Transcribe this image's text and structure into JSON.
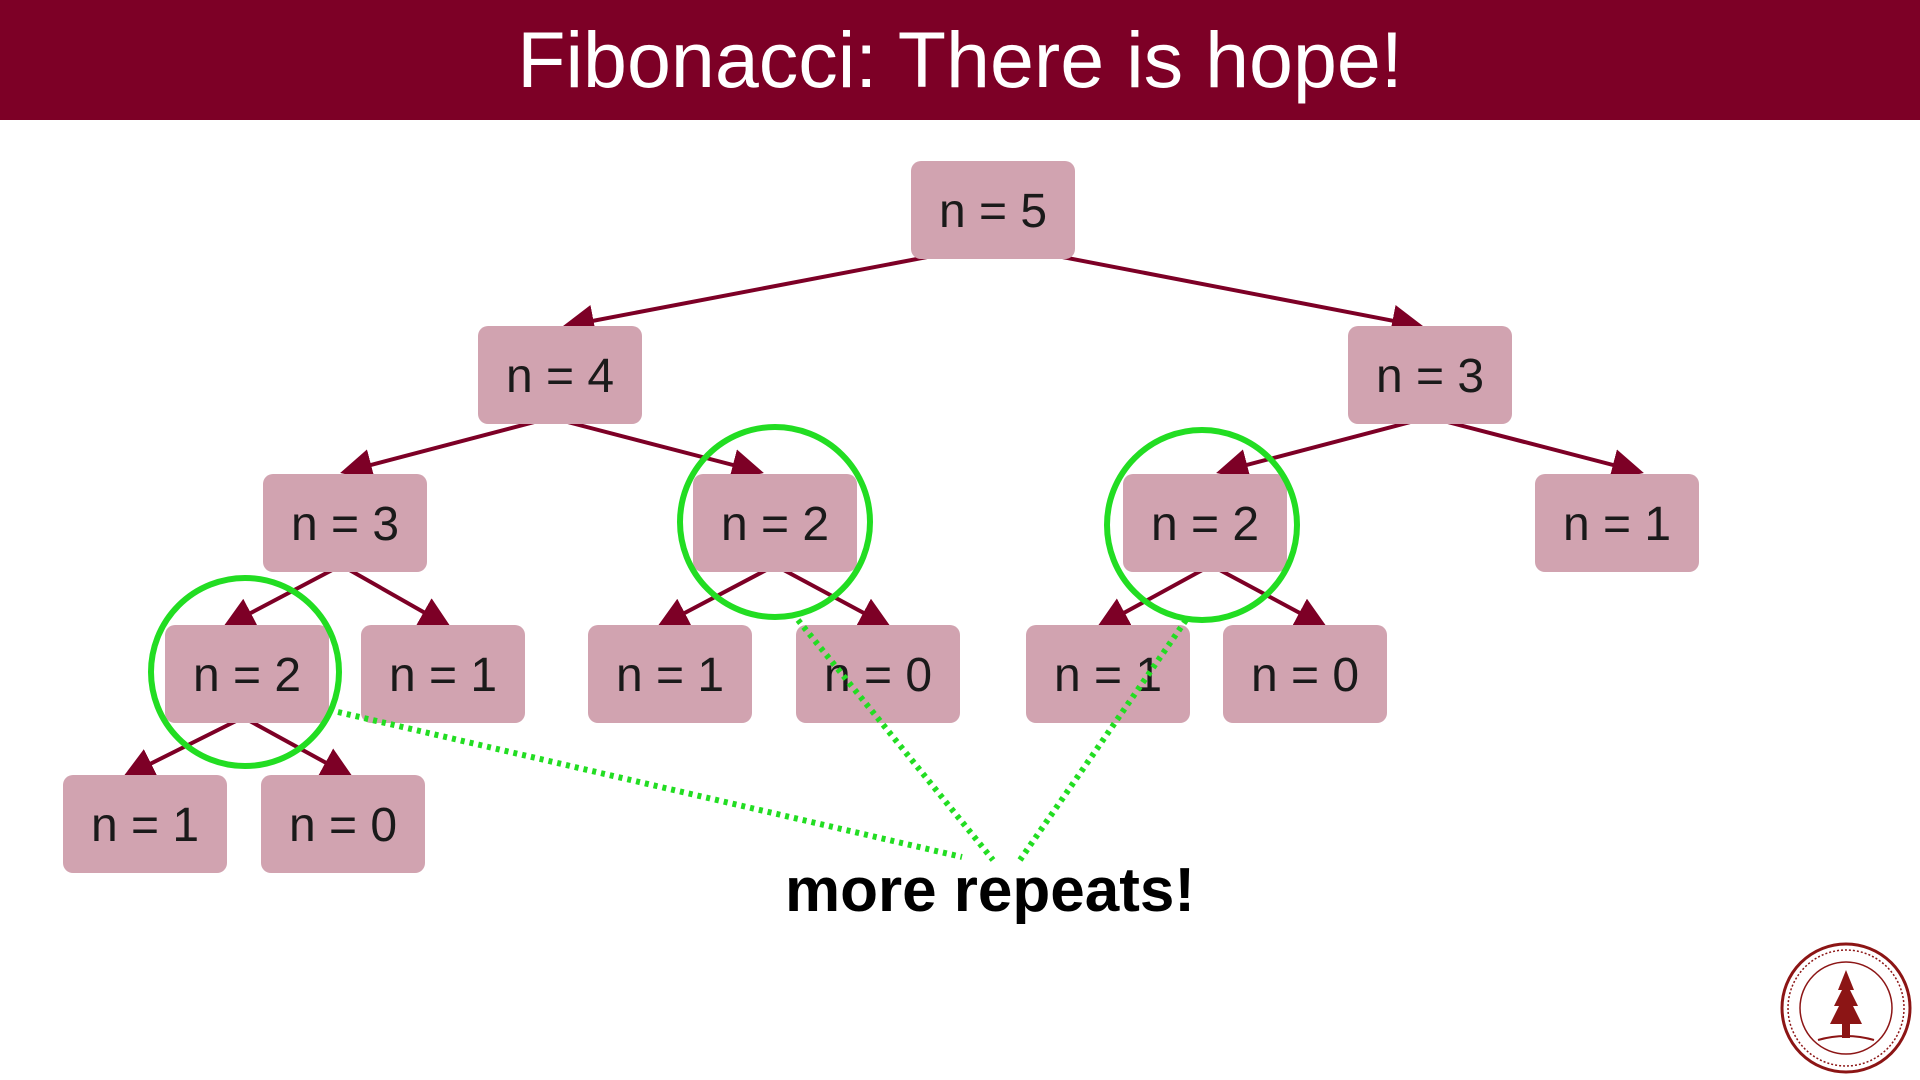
{
  "slide": {
    "title": "Fibonacci: There is hope!"
  },
  "tree": {
    "nodes": [
      {
        "id": "n5",
        "label": "n = 5"
      },
      {
        "id": "n4",
        "label": "n = 4"
      },
      {
        "id": "n3a",
        "label": "n = 3"
      },
      {
        "id": "n3b",
        "label": "n = 3"
      },
      {
        "id": "n2a",
        "label": "n = 2"
      },
      {
        "id": "n2b",
        "label": "n = 2"
      },
      {
        "id": "n2c",
        "label": "n = 2"
      },
      {
        "id": "n1a",
        "label": "n = 1"
      },
      {
        "id": "n1b",
        "label": "n = 1"
      },
      {
        "id": "n1c",
        "label": "n = 1"
      },
      {
        "id": "n1d",
        "label": "n = 1"
      },
      {
        "id": "n1e",
        "label": "n = 1"
      },
      {
        "id": "n0a",
        "label": "n = 0"
      },
      {
        "id": "n0b",
        "label": "n = 0"
      },
      {
        "id": "n0c",
        "label": "n = 0"
      }
    ],
    "edges": [
      [
        "n5",
        "n4"
      ],
      [
        "n5",
        "n3b"
      ],
      [
        "n4",
        "n3a"
      ],
      [
        "n4",
        "n2a"
      ],
      [
        "n3b",
        "n2c"
      ],
      [
        "n3b",
        "n1e"
      ],
      [
        "n3a",
        "n2b"
      ],
      [
        "n3a",
        "n1a"
      ],
      [
        "n2a",
        "n1b"
      ],
      [
        "n2a",
        "n0a"
      ],
      [
        "n2c",
        "n1c"
      ],
      [
        "n2c",
        "n0b"
      ],
      [
        "n2b",
        "n1d"
      ],
      [
        "n2b",
        "n0c"
      ]
    ],
    "highlighted": [
      "n2b",
      "n2a",
      "n2c"
    ]
  },
  "callout": {
    "text": "more repeats!"
  },
  "colors": {
    "banner": "#7d0026",
    "node": "#d1a3b0",
    "edge": "#7d0026",
    "highlight": "#22dd22"
  },
  "logo": {
    "name": "stanford-university-seal"
  }
}
